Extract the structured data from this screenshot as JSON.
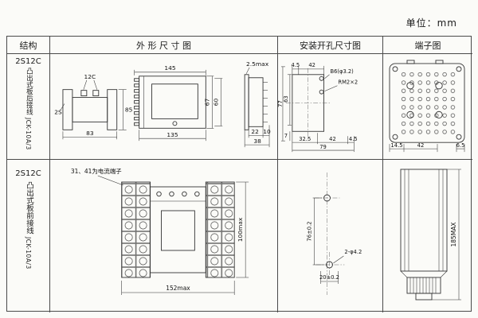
{
  "page": {
    "unit_label": "单位：mm"
  },
  "headers": {
    "structure": "结构",
    "outline": "外 形 尺 寸 图",
    "install": "安装开孔尺寸图",
    "terminal": "端子图"
  },
  "row1": {
    "structure": {
      "model": "2S12C",
      "mount": "凸出式板后接线",
      "code": "JCK-10A/3"
    },
    "outline": {
      "label_12c": "12C",
      "label_2s": "2S",
      "dim_83": "83",
      "dim_85": "85",
      "dim_145": "145",
      "dim_135": "135",
      "dim_67": "67",
      "dim_60": "60",
      "dim_22": "22",
      "dim_10": "10",
      "dim_38": "38",
      "dim_25max": "2.5max"
    },
    "install": {
      "dim_45_top": "4.5",
      "dim_42_top": "42",
      "label_hole": "B6(φ3.2)",
      "label_thread": "RM2×2",
      "dim_77": "77",
      "dim_63": "63",
      "dim_7": "7",
      "dim_325": "32.5",
      "dim_42_bottom": "42",
      "dim_45_bottom": "4.5",
      "dim_79": "79"
    },
    "terminal": {
      "dim_145": "14.5",
      "dim_42": "42",
      "dim_65": "6.5"
    }
  },
  "row2": {
    "structure": {
      "model": "2S12C",
      "mount": "凸出式板前接线",
      "code": "JCK-10A/3"
    },
    "outline": {
      "note": "31、41为电流端子",
      "dim_152": "152max",
      "dim_100": "100max"
    },
    "install": {
      "dim_76": "76±0.2",
      "label_holes": "2-φ4.2",
      "dim_20": "20±0.2"
    },
    "terminal": {
      "dim_185": "185MAX"
    }
  }
}
